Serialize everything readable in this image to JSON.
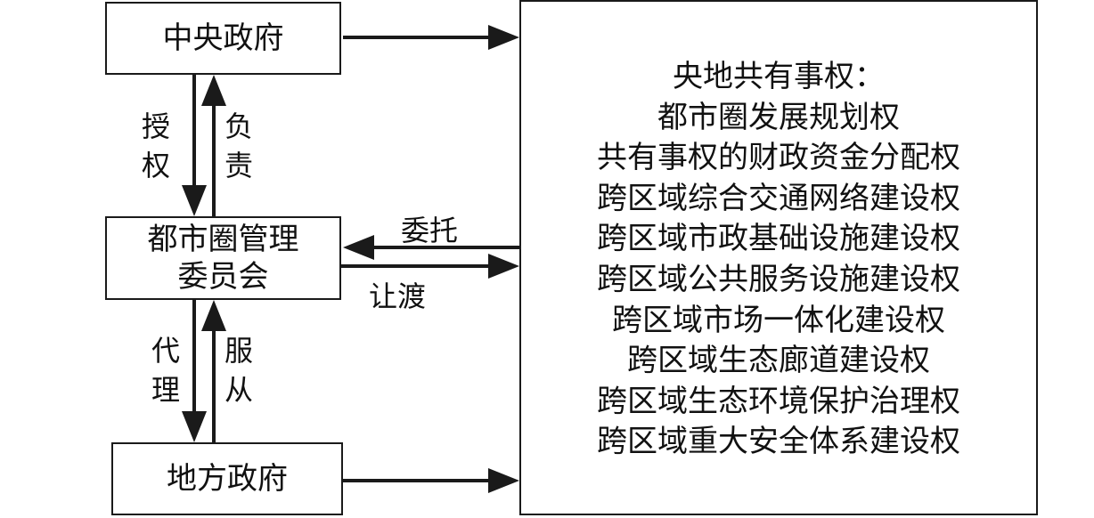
{
  "boxes": {
    "central": "中央政府",
    "committee_line1": "都市圈管理",
    "committee_line2": "委员会",
    "local": "地方政府"
  },
  "labels": {
    "authorize": [
      "授",
      "权"
    ],
    "responsible": [
      "负",
      "责"
    ],
    "entrust": "委托",
    "transfer": "让渡",
    "agent": [
      "代",
      "理"
    ],
    "obey": [
      "服",
      "从"
    ]
  },
  "powers": {
    "heading": "央地共有事权：",
    "items": [
      "都市圈发展规划权",
      "共有事权的财政资金分配权",
      "跨区域综合交通网络建设权",
      "跨区域市政基础设施建设权",
      "跨区域公共服务设施建设权",
      "跨区域市场一体化建设权",
      "跨区域生态廊道建设权",
      "跨区域生态环境保护治理权",
      "跨区域重大安全体系建设权"
    ]
  }
}
